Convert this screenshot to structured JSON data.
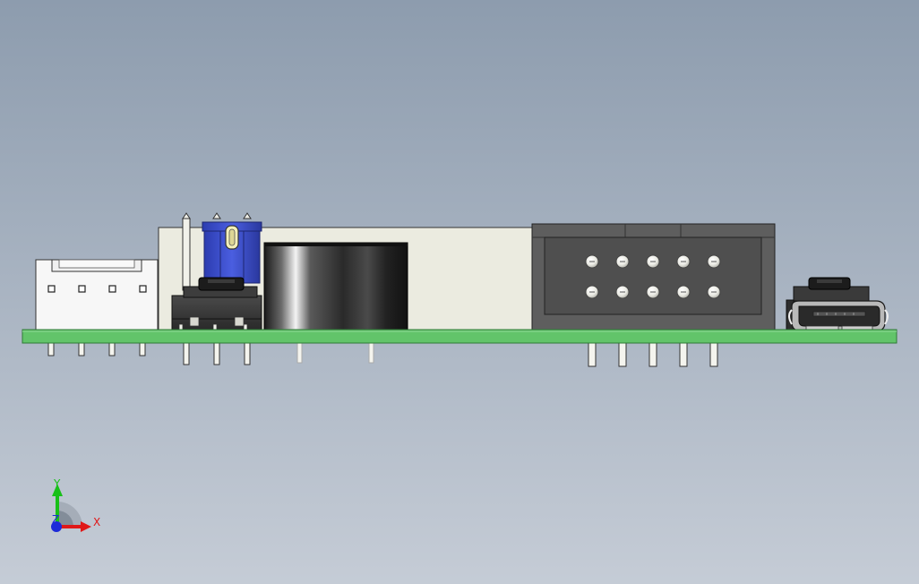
{
  "viewport": {
    "background_top": "#8d9cae",
    "background_bottom": "#c5ccd6"
  },
  "triad": {
    "x_label": "X",
    "y_label": "Y",
    "z_label": "Z",
    "x_color": "#e01818",
    "y_color": "#18c018",
    "z_color": "#1c2ad8"
  },
  "colors": {
    "pcb": "#62c46a",
    "pcb_edge": "#2f7a37",
    "connector_white": "#f7f7f7",
    "housing_beige": "#ebebe0",
    "jumper_blue": "#3b4fd0",
    "jumper_blue_dark": "#26339a",
    "switch_body": "#3a3a3a",
    "header_box": "#5e5e5e",
    "header_dark": "#484848",
    "pin_light": "#f1f1ea"
  }
}
